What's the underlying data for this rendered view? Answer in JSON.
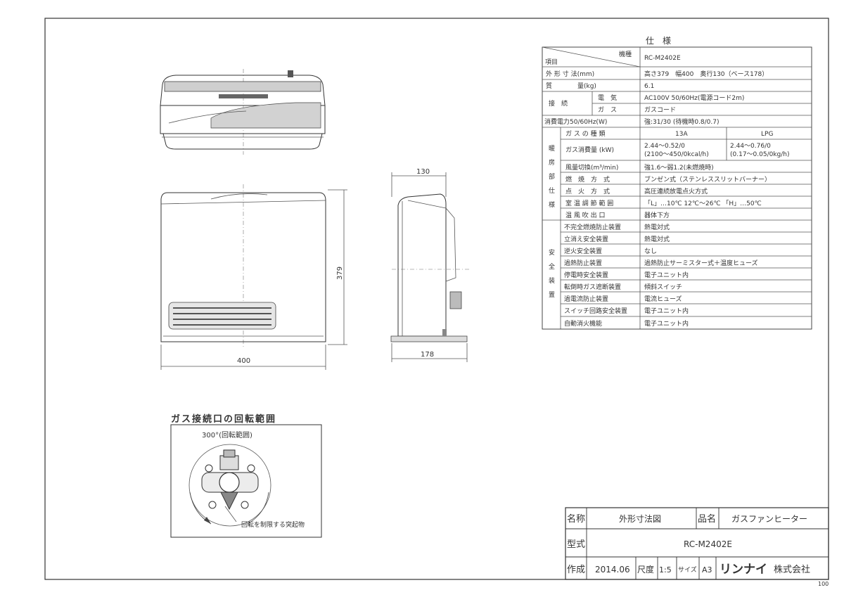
{
  "spec": {
    "title": "仕　様",
    "header_item": "項目",
    "header_model": "機種",
    "model": "RC-M2402E",
    "rows": [
      {
        "label": "外 形 寸 法(mm)",
        "value": "高さ379　幅400　奥行130（ベース178）"
      },
      {
        "label": "質　　　　量(kg)",
        "value": "6.1"
      },
      {
        "label": "消費電力50/60Hz(W)",
        "value": "強:31/30 (待機時0.8/0.7)"
      }
    ],
    "connection": {
      "label": "接　続",
      "rows": [
        {
          "label": "電　気",
          "value": "AC100V 50/60Hz(電源コード2m)"
        },
        {
          "label": "ガ　ス",
          "value": "ガスコード"
        }
      ]
    },
    "heating": {
      "label": [
        "暖",
        "房",
        "部",
        "仕",
        "様"
      ],
      "gas_type_label": "ガ ス の 種 類",
      "gas_13a": "13A",
      "gas_lpg": "LPG",
      "consumption_label": "ガス消費量 (kW)",
      "consumption_13a": [
        "2.44～0.52/0",
        "(2100～450/0kcal/h)"
      ],
      "consumption_lpg": [
        "2.44～0.76/0",
        "(0.17～0.05/0kg/h)"
      ],
      "rows": [
        {
          "label": "風量切換(m³/min)",
          "value": "強1.6～弱1.2(未燃焼時)"
        },
        {
          "label": "燃　焼　方　式",
          "value": "ブンゼン式（ステンレススリットバーナー）"
        },
        {
          "label": "点　火　方　式",
          "value": "高圧連続放電点火方式"
        },
        {
          "label": "室 温 調 節 範 囲",
          "value": "「L」…10℃ 12℃～26℃ 「H」…50℃"
        },
        {
          "label": "温 風 吹 出 口",
          "value": "器体下方"
        }
      ]
    },
    "safety": {
      "label": [
        "安",
        "全",
        "装",
        "置"
      ],
      "rows": [
        {
          "label": "不完全燃焼防止装置",
          "value": "熱電対式"
        },
        {
          "label": "立消え安全装置",
          "value": "熱電対式"
        },
        {
          "label": "逆火安全装置",
          "value": "なし"
        },
        {
          "label": "過熱防止装置",
          "value": "過熱防止サーミスター式＋温度ヒューズ"
        },
        {
          "label": "停電時安全装置",
          "value": "電子ユニット内"
        },
        {
          "label": "転倒時ガス遮断装置",
          "value": "傾斜スイッチ"
        },
        {
          "label": "過電流防止装置",
          "value": "電流ヒューズ"
        },
        {
          "label": "スイッチ回路安全装置",
          "value": "電子ユニット内"
        },
        {
          "label": "自動消火機能",
          "value": "電子ユニット内"
        }
      ]
    }
  },
  "dimensions": {
    "width": "400",
    "height": "379",
    "depth": "130",
    "base": "178"
  },
  "gas_connection": {
    "title": "ガス接続口の回転範囲",
    "range_label": "300°(回転範囲)",
    "stopper_label": "回転を制限する突起物"
  },
  "title_block": {
    "name_label": "名称",
    "name_value": "外形寸法図",
    "product_label": "品名",
    "product_value": "ガスファンヒーター",
    "type_label": "型式",
    "type_value": "RC-M2402E",
    "made_label": "作成",
    "made_value": "2014.06",
    "scale_label": "尺度",
    "scale_value": "1:5",
    "size_label": "サイズ",
    "size_value": "A3",
    "company_logo": "リンナイ",
    "company_suffix": "株式会社"
  },
  "sheet_number": "100"
}
